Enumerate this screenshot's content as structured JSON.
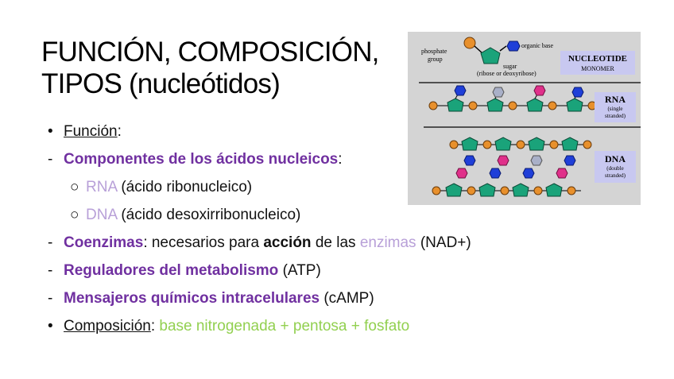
{
  "title": {
    "line1": "FUNCIÓN, COMPOSICIÓN,",
    "line2": "TIPOS (nucleótidos)"
  },
  "bullets": {
    "funcion": {
      "marker": "•",
      "label": "Función",
      "tail": ":"
    },
    "componentes": {
      "marker": "-",
      "label": "Componentes de los ácidos nucleicos",
      "tail": ":"
    },
    "rna": {
      "marker": "○",
      "abbr": "RNA",
      "text": " (ácido ribonucleico)"
    },
    "dna": {
      "marker": "○",
      "abbr": "DNA",
      "text": " (ácido desoxirribonucleico)"
    },
    "coenzimas": {
      "marker": "-",
      "label": "Coenzimas",
      "text1": ": necesarios para ",
      "bold": "acción",
      "text2": " de las ",
      "link": "enzimas",
      "text3": " (NAD+)"
    },
    "reguladores": {
      "marker": "-",
      "label": "Reguladores del metabolismo",
      "text": " (ATP)"
    },
    "mensajeros": {
      "marker": "-",
      "label": "Mensajeros químicos intracelulares",
      "text": " (cAMP)"
    },
    "composicion": {
      "marker": "•",
      "label": "Composición",
      "sep": ": ",
      "formula": "base nitrogenada + pentosa + fosfato"
    }
  },
  "figure": {
    "phosphate": "phosphate",
    "group": "group",
    "organic_base": "organic base",
    "sugar": "sugar",
    "sugar_note": "(ribose or deoxyribose)",
    "nucleotide": "NUCLEOTIDE",
    "monomer": "MONOMER",
    "rna": "RNA",
    "rna_note1": "(single",
    "rna_note2": "stranded)",
    "dna": "DNA",
    "dna_note1": "(double",
    "dna_note2": "stranded)"
  },
  "colors": {
    "purple": "#7030a0",
    "lilac": "#b8a0d8",
    "green": "#92d050",
    "sugar": "#1aa37a",
    "phosphate": "#e8902c",
    "base_blue": "#1f3fd8",
    "base_pink": "#e0308a",
    "base_grey": "#a9b0c8"
  }
}
